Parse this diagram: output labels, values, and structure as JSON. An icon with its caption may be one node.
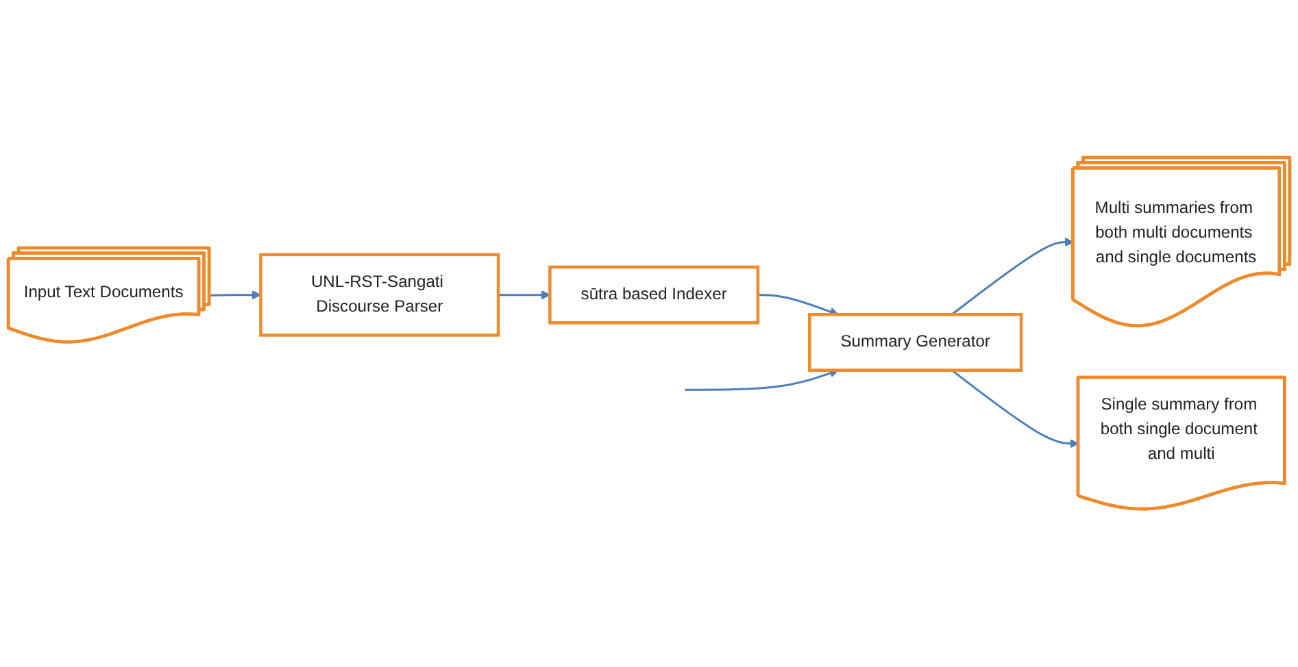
{
  "diagram": {
    "nodes": [
      {
        "text": [
          "Input Text Documents"
        ]
      },
      {
        "text": [
          "UNL-RST-Sangati Discourse Parser"
        ]
      },
      {
        "text": [
          "sūtra based Indexer"
        ]
      },
      {
        "text": [
          "Summary Generator"
        ]
      },
      {
        "text": [
          "Multi summaries from both multi documents and single documents"
        ]
      },
      {
        "text": [
          "Single summary from both single document and multi"
        ]
      }
    ],
    "edges": [
      {
        "from": 0,
        "to": 1,
        "arrow": "to"
      },
      {
        "from": 1,
        "to": 2,
        "arrow": "to"
      },
      {
        "from": 2,
        "to": 3,
        "arrow": "to"
      },
      {
        "from": null,
        "to": 3,
        "arrow": "to"
      },
      {
        "from": 3,
        "to": 4,
        "arrow": "to"
      },
      {
        "from": 3,
        "to": 5,
        "arrow": "to"
      }
    ]
  }
}
